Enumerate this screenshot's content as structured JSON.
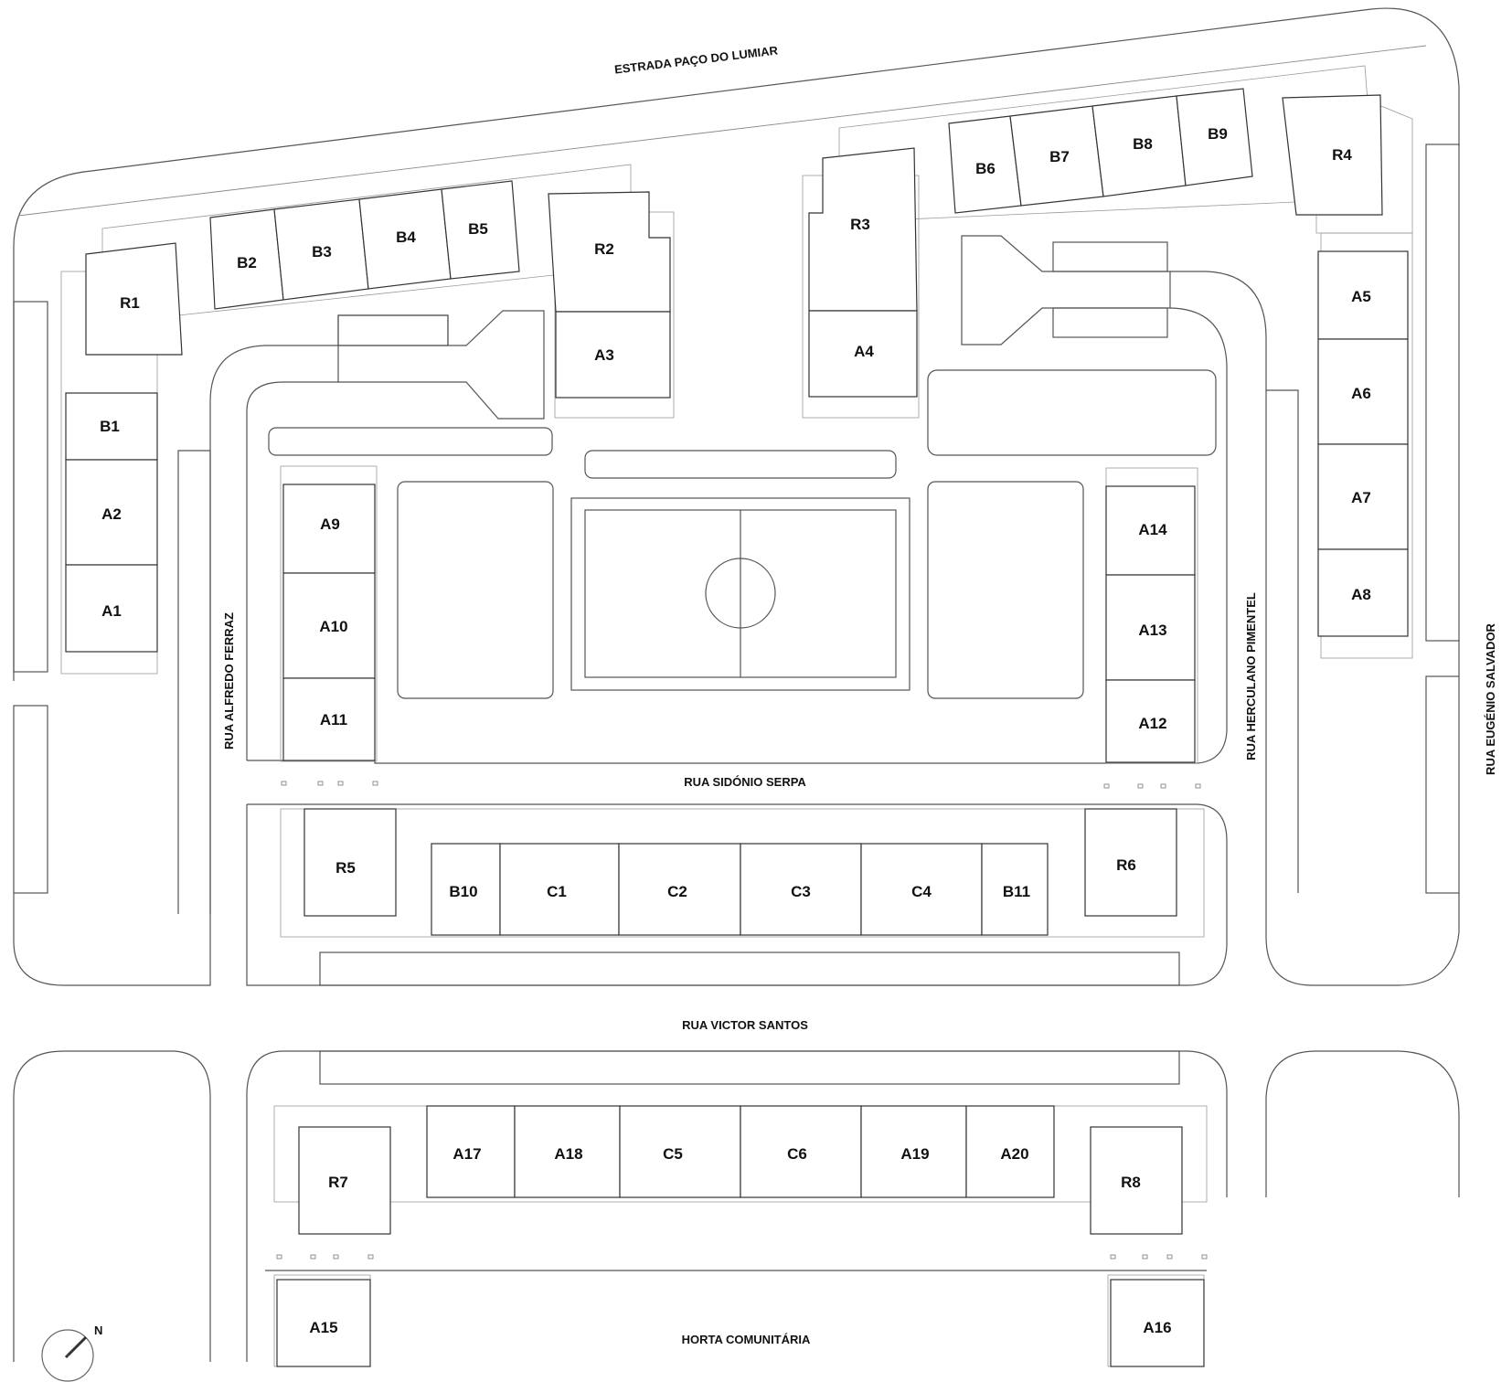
{
  "streets": {
    "top": "ESTRADA PAÇO DO LUMIAR",
    "left": "RUA ALFREDO FERRAZ",
    "center": "RUA SIDÓNIO SERPA",
    "right_inner": "RUA HERCULANO  PIMENTEL",
    "right_outer": "RUA EUGÉNIO SALVADOR",
    "bottom": "RUA VICTOR SANTOS",
    "garden": "HORTA COMUNITÁRIA"
  },
  "compass": {
    "label": "N"
  },
  "lots": {
    "R1": "R1",
    "R2": "R2",
    "R3": "R3",
    "R4": "R4",
    "R5": "R5",
    "R6": "R6",
    "R7": "R7",
    "R8": "R8",
    "B1": "B1",
    "B2": "B2",
    "B3": "B3",
    "B4": "B4",
    "B5": "B5",
    "B6": "B6",
    "B7": "B7",
    "B8": "B8",
    "B9": "B9",
    "B10": "B10",
    "B11": "B11",
    "A1": "A1",
    "A2": "A2",
    "A3": "A3",
    "A4": "A4",
    "A5": "A5",
    "A6": "A6",
    "A7": "A7",
    "A8": "A8",
    "A9": "A9",
    "A10": "A10",
    "A11": "A11",
    "A12": "A12",
    "A13": "A13",
    "A14": "A14",
    "A15": "A15",
    "A16": "A16",
    "A17": "A17",
    "A18": "A18",
    "A19": "A19",
    "A20": "A20",
    "C1": "C1",
    "C2": "C2",
    "C3": "C3",
    "C4": "C4",
    "C5": "C5",
    "C6": "C6"
  }
}
